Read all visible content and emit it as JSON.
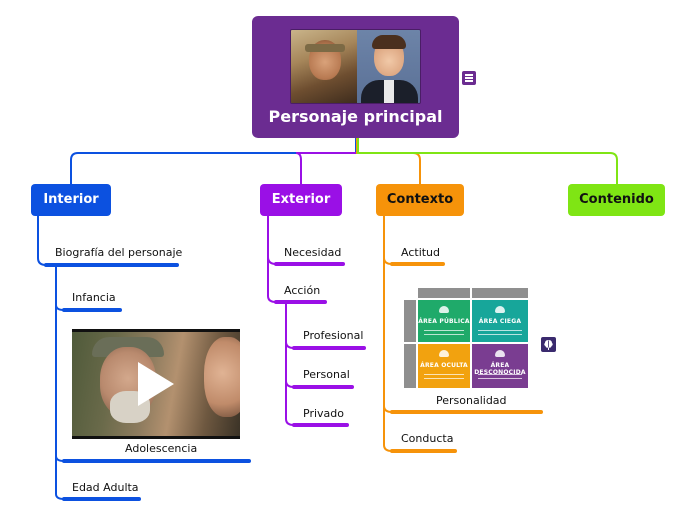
{
  "colors": {
    "root": "#6b2c91",
    "interior": "#0c51e0",
    "exterior": "#9a10e6",
    "contexto": "#f6930a",
    "contenido": "#7fe514"
  },
  "root": {
    "title": "Personaje principal",
    "image_icon": "portrait-photos",
    "note_icon": "note-icon"
  },
  "branches": {
    "interior": {
      "label": "Interior",
      "topics": {
        "biografia": "Biografía del personaje",
        "infancia": "Infancia",
        "adolescencia": "Adolescencia",
        "edad_adulta": "Edad Adulta"
      }
    },
    "exterior": {
      "label": "Exterior",
      "topics": {
        "necesidad": "Necesidad",
        "accion": "Acción",
        "profesional": "Profesional",
        "personal": "Personal",
        "privado": "Privado"
      }
    },
    "contexto": {
      "label": "Contexto",
      "topics": {
        "actitud": "Actitud",
        "personalidad": "Personalidad",
        "conducta": "Conducta"
      },
      "johari": {
        "cells": [
          "ÁREA PÚBLICA",
          "ÁREA CIEGA",
          "ÁREA OCULTA",
          "ÁREA DESCONOCIDA"
        ],
        "colors": [
          "#1faa6a",
          "#17a69a",
          "#f2a20f",
          "#7a3d91"
        ]
      }
    },
    "contenido": {
      "label": "Contenido"
    }
  }
}
